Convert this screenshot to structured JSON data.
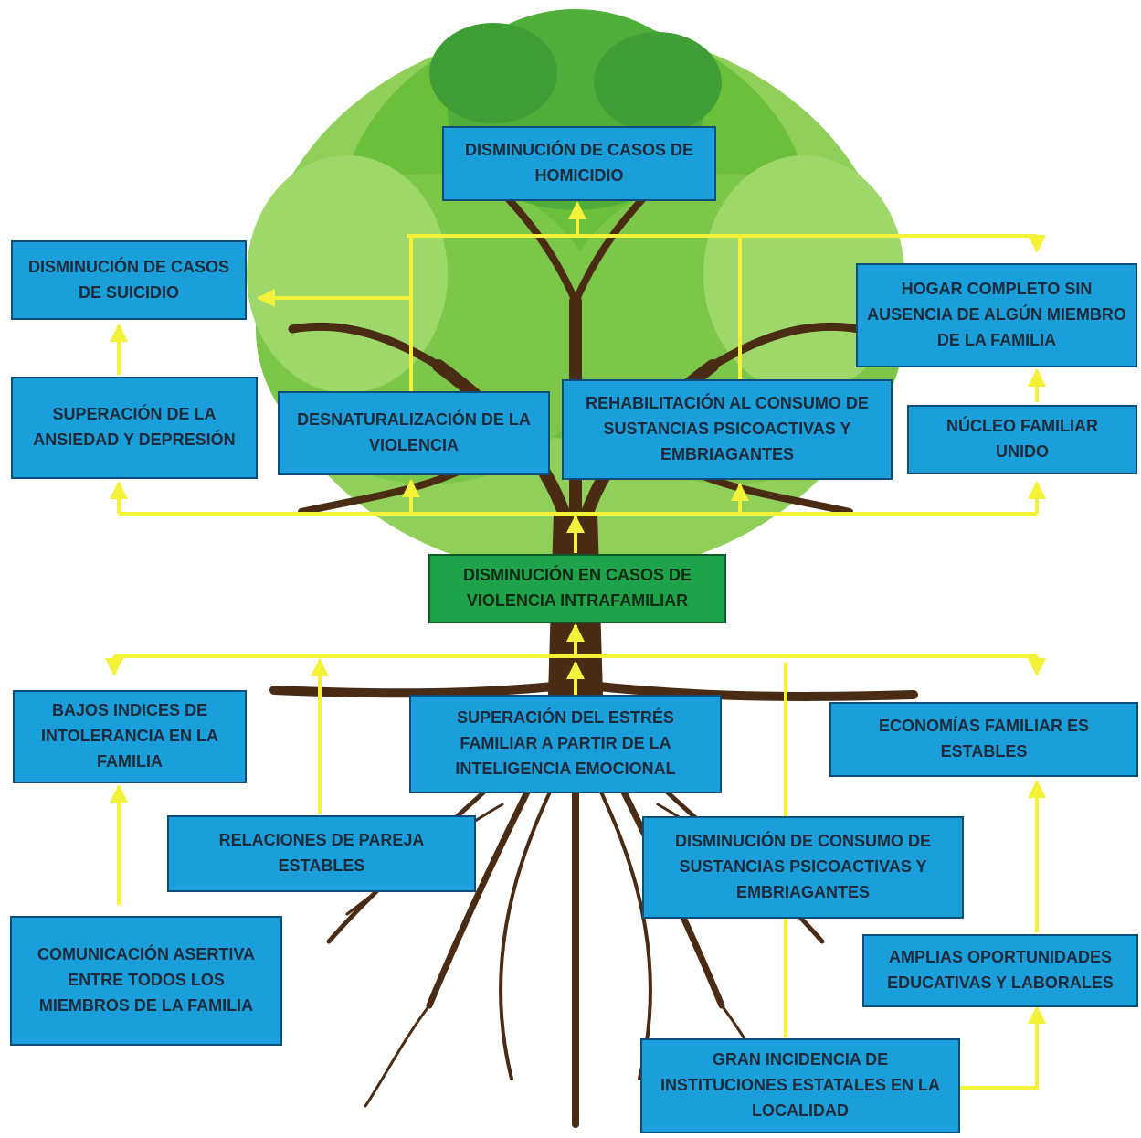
{
  "colors": {
    "box_fill": "#1a9fdb",
    "central_fill": "#1fa34a",
    "arrow": "#f4f238",
    "trunk": "#4a2c14",
    "leaves": "#6cbf3a"
  },
  "illustration": "tree-with-roots",
  "central": {
    "label": "DISMINUCIÓN EN CASOS DE VIOLENCIA INTRAFAMILIAR"
  },
  "effects": {
    "homicide": "DISMINUCIÓN DE CASOS DE HOMICIDIO",
    "suicide": "DISMINUCIÓN DE CASOS DE SUICIDIO",
    "complete_home": "HOGAR COMPLETO SIN AUSENCIA DE ALGÚN MIEMBRO DE LA FAMILIA",
    "anxiety": "SUPERACIÓN DE LA ANSIEDAD Y DEPRESIÓN",
    "denaturalization": "DESNATURALIZACIÓN DE LA VIOLENCIA",
    "rehabilitation": "REHABILITACIÓN AL CONSUMO DE SUSTANCIAS PSICOACTIVAS Y EMBRIAGANTES",
    "united_family": "NÚCLEO FAMILIAR UNIDO"
  },
  "causes": {
    "low_intolerance": "BAJOS INDICES DE INTOLERANCIA EN LA FAMILIA",
    "stress": "SUPERACIÓN DEL ESTRÉS FAMILIAR A PARTIR DE LA INTELIGENCIA EMOCIONAL",
    "economies": "ECONOMÍAS FAMILIAR ES ESTABLES",
    "couple": "RELACIONES DE PAREJA ESTABLES",
    "consumption": "DISMINUCIÓN DE CONSUMO DE SUSTANCIAS PSICOACTIVAS Y EMBRIAGANTES",
    "communication": "COMUNICACIÓN ASERTIVA ENTRE TODOS LOS MIEMBROS DE LA FAMILIA",
    "opportunities": "AMPLIAS OPORTUNIDADES EDUCATIVAS Y LABORALES",
    "institutions": "GRAN INCIDENCIA DE INSTITUCIONES ESTATALES EN LA LOCALIDAD"
  }
}
